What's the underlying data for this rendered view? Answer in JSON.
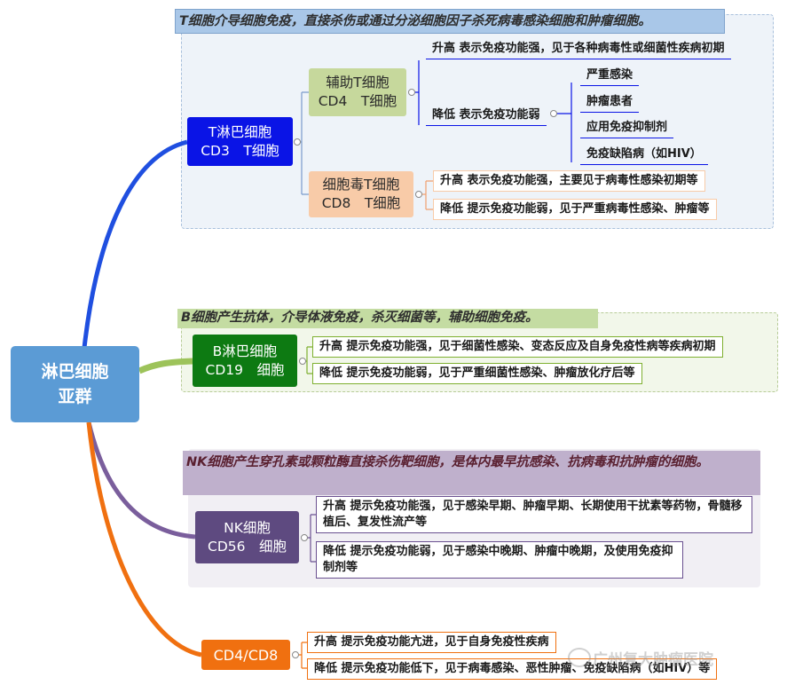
{
  "root": {
    "line1": "淋巴细胞",
    "line2": "亚群"
  },
  "t_group": {
    "header": "T细胞介导细胞免疫，直接杀伤或通过分泌细胞因子杀死病毒感染细胞和肿瘤细胞。",
    "main": {
      "line1": "T淋巴细胞",
      "line2": "CD3　T细胞"
    },
    "cd4": {
      "line1": "辅助T细胞",
      "line2": "CD4　T细胞",
      "up": "升高 表示免疫功能强，见于各种病毒性或细菌性疾病初期",
      "down": "降低 表示免疫功能弱",
      "down_items": [
        "严重感染",
        "肿瘤患者",
        "应用免疫抑制剂",
        "免疫缺陷病（如HIV）"
      ]
    },
    "cd8": {
      "line1": "细胞毒T细胞",
      "line2": "CD8　T细胞",
      "up": "升高 表示免疫功能强，主要见于病毒性感染初期等",
      "down": "降低 提示免疫功能弱，见于严重病毒性感染、肿瘤等"
    }
  },
  "b_group": {
    "header": "B细胞产生抗体，介导体液免疫，杀灭细菌等，辅助细胞免疫。",
    "main": {
      "line1": "B淋巴细胞",
      "line2": "CD19　细胞"
    },
    "up": "升高 提示免疫功能强，见于细菌性感染、变态反应及自身免疫性病等疾病初期",
    "down": "降低 提示免疫功能弱，见于严重细菌性感染、肿瘤放化疗后等"
  },
  "nk_group": {
    "header": "NK细胞产生穿孔素或颗粒酶直接杀伤靶细胞，是体内最早抗感染、抗病毒和抗肿瘤的细胞。",
    "main": {
      "line1": "NK细胞",
      "line2": "CD56　细胞"
    },
    "up": "升高 提示免疫功能强，见于感染早期、肿瘤早期、长期使用干扰素等药物，骨髓移植后、复发性流产等",
    "down": "降低 提示免疫功能弱，见于感染中晚期、肿瘤中晚期，及使用免疫抑制剂等"
  },
  "cd48_group": {
    "main": "CD4/CD8",
    "up": "升高 提示免疫功能亢进，见于自身免疫性疾病",
    "down": "降低 提示免疫功能低下，见于病毒感染、恶性肿瘤、免疫缺陷病（如HIV）等"
  },
  "watermark": "广州复大肿瘤医院",
  "colors": {
    "t_branch": "#1f4fe0",
    "b_branch": "#9dc35a",
    "nk_branch": "#7a5e9c",
    "cd48_branch": "#f07010",
    "root": "#5b9bd5"
  }
}
